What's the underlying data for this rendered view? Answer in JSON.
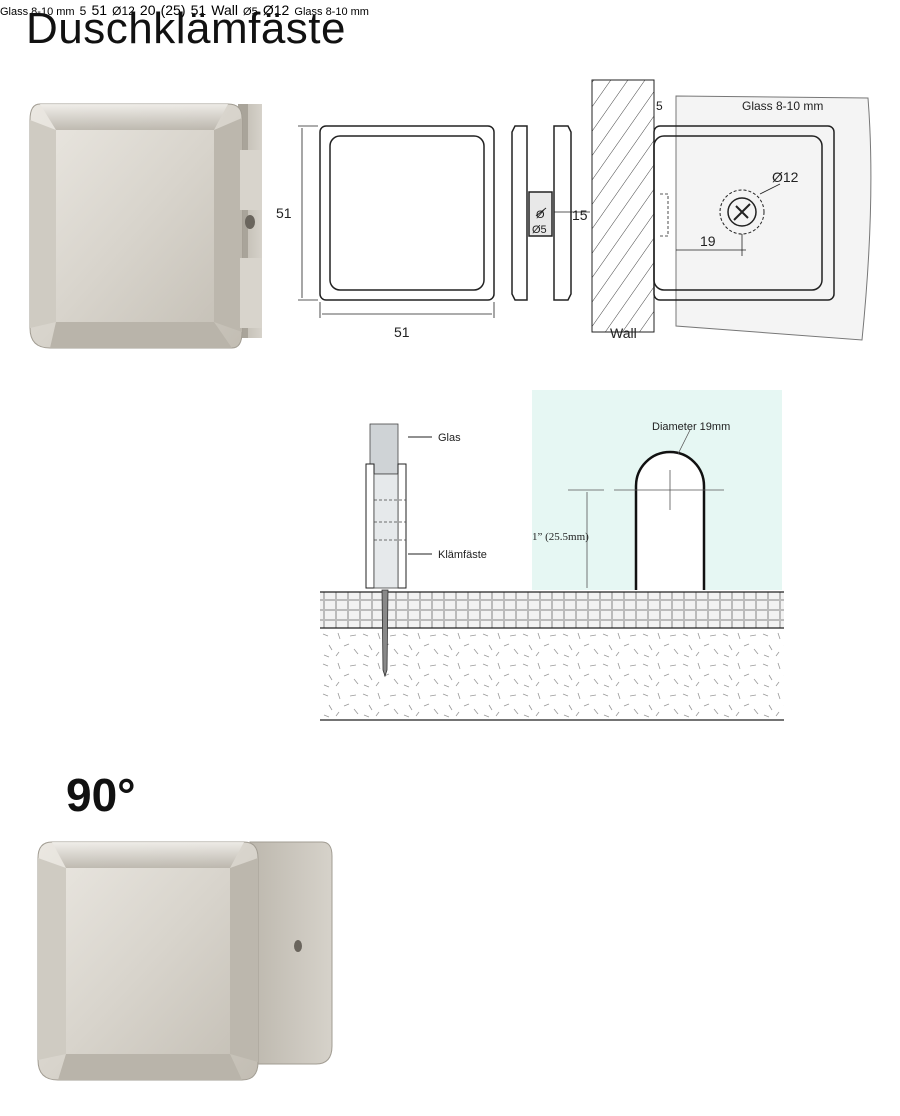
{
  "page_title": "Duschklämfäste",
  "angle_title": "90°",
  "top_drawing": {
    "height_label": "51",
    "width_label": "51",
    "thickness_label": "15",
    "hole_label": "Ø5",
    "wall_offset_label": "5",
    "glass_label": "Glass 8-10 mm",
    "screw_label": "Ø12",
    "center_label": "19",
    "wall_label": "Wall"
  },
  "install_drawing": {
    "glass_label": "Glas",
    "clamp_label": "Klämfäste",
    "diameter_label": "Diameter 19mm",
    "height_label": "1” (25.5mm)"
  },
  "bottom_drawing": {
    "glass_label": "Glass 8-10 mm",
    "wall_offset_label": "5",
    "height_label": "51",
    "screw_label": "Ø12",
    "center_label_1": "20",
    "center_label_2": "(25)",
    "width_label": "51",
    "wall_label": "Wall",
    "hole_label": "Ø5",
    "screw_label_side": "Ø12",
    "glass_label_vertical": "Glass 8-10 mm"
  },
  "colors": {
    "metal_light": "#e4e0d9",
    "metal_mid": "#c9c4bb",
    "metal_dark": "#9a958c",
    "glass_tint": "#e6f7f3",
    "line": "#222222"
  }
}
